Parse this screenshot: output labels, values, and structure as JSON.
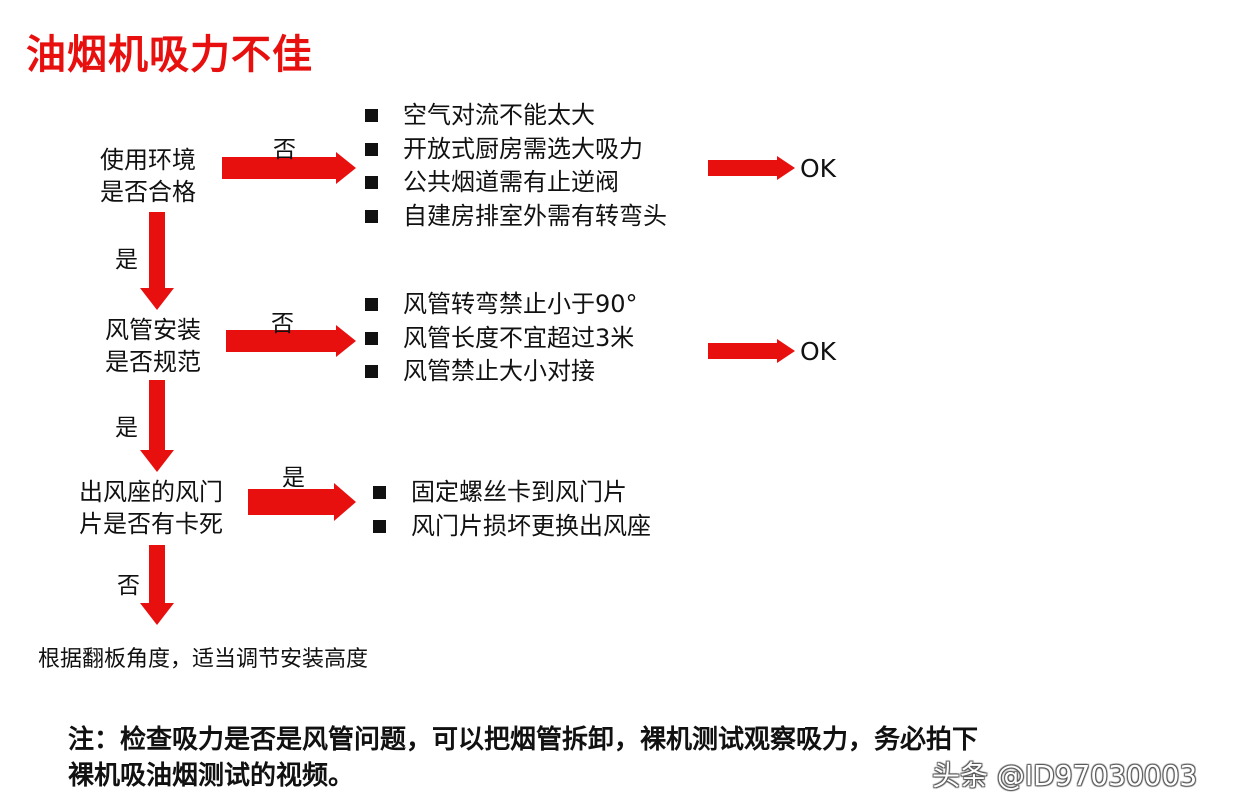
{
  "title": "油烟机吸力不佳",
  "steps": [
    {
      "question": [
        "使用环境",
        "是否合格"
      ],
      "branch_label": "否",
      "down_label": "是",
      "items": [
        "空气对流不能太大",
        "开放式厨房需选大吸力",
        "公共烟道需有止逆阀",
        "自建房排室外需有转弯头"
      ],
      "result": "OK"
    },
    {
      "question": [
        "风管安装",
        "是否规范"
      ],
      "branch_label": "否",
      "down_label": "是",
      "items": [
        "风管转弯禁止小于90°",
        "风管长度不宜超过3米",
        "风管禁止大小对接"
      ],
      "result": "OK"
    },
    {
      "question": [
        "出风座的风门",
        "片是否有卡死"
      ],
      "branch_label": "是",
      "down_label": "否",
      "items": [
        "固定螺丝卡到风门片",
        "风门片损坏更换出风座"
      ]
    }
  ],
  "final_action": "根据翻板角度，适当调节安装高度",
  "note": [
    "注：检查吸力是否是风管问题，可以把烟管拆卸，裸机测试观察吸力，务必拍下",
    "裸机吸油烟测试的视频。"
  ],
  "watermark": "头条 @ID97030003",
  "colors": {
    "accent": "#e8100f",
    "text": "#111111"
  }
}
